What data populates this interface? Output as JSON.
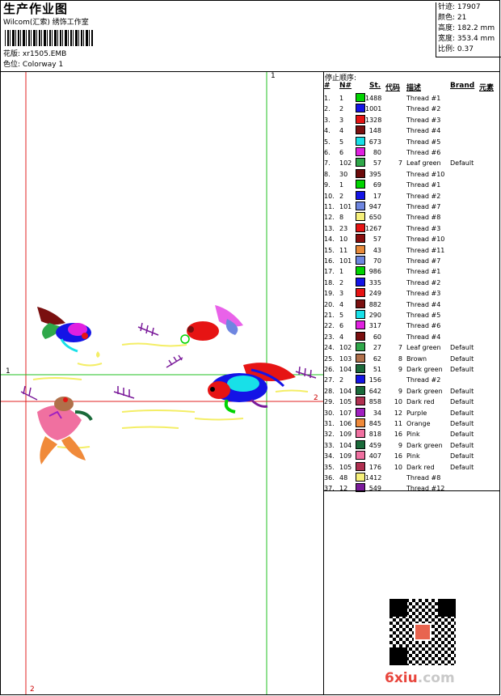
{
  "header": {
    "title": "生产作业图",
    "subtitle": "Wilcom(汇索) 绣饰工作室",
    "design_label": "花版:",
    "design_value": "xr1505.EMB",
    "colorway_label": "色位:",
    "colorway_value": "Colorway 1"
  },
  "stats": [
    {
      "label": "针迹:",
      "value": "17907"
    },
    {
      "label": "颜色:",
      "value": "21"
    },
    {
      "label": "高度:",
      "value": "182.2 mm"
    },
    {
      "label": "宽度:",
      "value": "353.4 mm"
    },
    {
      "label": "比例:",
      "value": "0.37"
    }
  ],
  "guide_labels": {
    "top_right": "1",
    "left_mid": "1",
    "right_red": "2",
    "bottom_red": "2"
  },
  "list": {
    "heading": "停止顺序:",
    "columns": [
      "#",
      "N#",
      "St.",
      "代码",
      "描述",
      "Brand",
      "元素"
    ],
    "rows": [
      {
        "n": "1.",
        "nn": "1",
        "st": "1488",
        "code": "",
        "desc": "Thread #1",
        "brand": "",
        "color": "#00d400"
      },
      {
        "n": "2.",
        "nn": "2",
        "st": "1001",
        "code": "",
        "desc": "Thread #2",
        "brand": "",
        "color": "#1414e6"
      },
      {
        "n": "3.",
        "nn": "3",
        "st": "1328",
        "code": "",
        "desc": "Thread #3",
        "brand": "",
        "color": "#e61414"
      },
      {
        "n": "4.",
        "nn": "4",
        "st": "148",
        "code": "",
        "desc": "Thread #4",
        "brand": "",
        "color": "#7a1010"
      },
      {
        "n": "5.",
        "nn": "5",
        "st": "673",
        "code": "",
        "desc": "Thread #5",
        "brand": "",
        "color": "#18e0e8"
      },
      {
        "n": "6.",
        "nn": "6",
        "st": "80",
        "code": "",
        "desc": "Thread #6",
        "brand": "",
        "color": "#e020e0"
      },
      {
        "n": "7.",
        "nn": "102",
        "st": "57",
        "code": "7",
        "desc": "Leaf green",
        "brand": "Default",
        "color": "#2fa84a"
      },
      {
        "n": "8.",
        "nn": "30",
        "st": "395",
        "code": "",
        "desc": "Thread #10",
        "brand": "",
        "color": "#6b0a0a"
      },
      {
        "n": "9.",
        "nn": "1",
        "st": "69",
        "code": "",
        "desc": "Thread #1",
        "brand": "",
        "color": "#00d400"
      },
      {
        "n": "10.",
        "nn": "2",
        "st": "17",
        "code": "",
        "desc": "Thread #2",
        "brand": "",
        "color": "#1414e6"
      },
      {
        "n": "11.",
        "nn": "101",
        "st": "947",
        "code": "",
        "desc": "Thread #7",
        "brand": "",
        "color": "#6e86e0"
      },
      {
        "n": "12.",
        "nn": "8",
        "st": "650",
        "code": "",
        "desc": "Thread #8",
        "brand": "",
        "color": "#f6f07a"
      },
      {
        "n": "13.",
        "nn": "23",
        "st": "1267",
        "code": "",
        "desc": "Thread #3",
        "brand": "",
        "color": "#e61414"
      },
      {
        "n": "14.",
        "nn": "10",
        "st": "57",
        "code": "",
        "desc": "Thread #10",
        "brand": "",
        "color": "#8a0e0e"
      },
      {
        "n": "15.",
        "nn": "11",
        "st": "43",
        "code": "",
        "desc": "Thread #11",
        "brand": "",
        "color": "#e88a3a"
      },
      {
        "n": "16.",
        "nn": "101",
        "st": "70",
        "code": "",
        "desc": "Thread #7",
        "brand": "",
        "color": "#6e86e0"
      },
      {
        "n": "17.",
        "nn": "1",
        "st": "986",
        "code": "",
        "desc": "Thread #1",
        "brand": "",
        "color": "#00d400"
      },
      {
        "n": "18.",
        "nn": "2",
        "st": "335",
        "code": "",
        "desc": "Thread #2",
        "brand": "",
        "color": "#1414e6"
      },
      {
        "n": "19.",
        "nn": "3",
        "st": "249",
        "code": "",
        "desc": "Thread #3",
        "brand": "",
        "color": "#e61414"
      },
      {
        "n": "20.",
        "nn": "4",
        "st": "882",
        "code": "",
        "desc": "Thread #4",
        "brand": "",
        "color": "#7a1010"
      },
      {
        "n": "21.",
        "nn": "5",
        "st": "290",
        "code": "",
        "desc": "Thread #5",
        "brand": "",
        "color": "#18e0e8"
      },
      {
        "n": "22.",
        "nn": "6",
        "st": "317",
        "code": "",
        "desc": "Thread #6",
        "brand": "",
        "color": "#e020e0"
      },
      {
        "n": "23.",
        "nn": "4",
        "st": "60",
        "code": "",
        "desc": "Thread #4",
        "brand": "",
        "color": "#7a1010"
      },
      {
        "n": "24.",
        "nn": "102",
        "st": "27",
        "code": "7",
        "desc": "Leaf green",
        "brand": "Default",
        "color": "#2fa84a"
      },
      {
        "n": "25.",
        "nn": "103",
        "st": "62",
        "code": "8",
        "desc": "Brown",
        "brand": "Default",
        "color": "#b0704a"
      },
      {
        "n": "26.",
        "nn": "104",
        "st": "51",
        "code": "9",
        "desc": "Dark green",
        "brand": "Default",
        "color": "#1a6a3a"
      },
      {
        "n": "27.",
        "nn": "2",
        "st": "156",
        "code": "",
        "desc": "Thread #2",
        "brand": "",
        "color": "#1414e6"
      },
      {
        "n": "28.",
        "nn": "104",
        "st": "642",
        "code": "9",
        "desc": "Dark green",
        "brand": "Default",
        "color": "#1a6a3a"
      },
      {
        "n": "29.",
        "nn": "105",
        "st": "858",
        "code": "10",
        "desc": "Dark red",
        "brand": "Default",
        "color": "#b03050"
      },
      {
        "n": "30.",
        "nn": "107",
        "st": "34",
        "code": "12",
        "desc": "Purple",
        "brand": "Default",
        "color": "#a020c0"
      },
      {
        "n": "31.",
        "nn": "106",
        "st": "845",
        "code": "11",
        "desc": "Orange",
        "brand": "Default",
        "color": "#f08a3a"
      },
      {
        "n": "32.",
        "nn": "109",
        "st": "818",
        "code": "16",
        "desc": "Pink",
        "brand": "Default",
        "color": "#f070a0"
      },
      {
        "n": "33.",
        "nn": "104",
        "st": "459",
        "code": "9",
        "desc": "Dark green",
        "brand": "Default",
        "color": "#1a6a3a"
      },
      {
        "n": "34.",
        "nn": "109",
        "st": "407",
        "code": "16",
        "desc": "Pink",
        "brand": "Default",
        "color": "#f070a0"
      },
      {
        "n": "35.",
        "nn": "105",
        "st": "176",
        "code": "10",
        "desc": "Dark red",
        "brand": "Default",
        "color": "#b03050"
      },
      {
        "n": "36.",
        "nn": "48",
        "st": "1412",
        "code": "",
        "desc": "Thread #8",
        "brand": "",
        "color": "#f6f07a"
      },
      {
        "n": "37.",
        "nn": "12",
        "st": "549",
        "code": "",
        "desc": "Thread #12",
        "brand": "",
        "color": "#7a1a9a"
      }
    ]
  },
  "logo": {
    "prefix": "6xiu",
    "suffix": ".com"
  }
}
